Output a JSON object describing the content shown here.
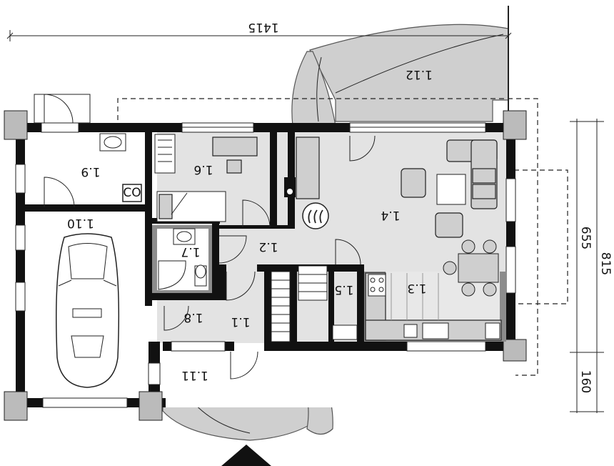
{
  "plan": {
    "rooms": {
      "r1_1": "1.1",
      "r1_2": "1.2",
      "r1_3": "1.3",
      "r1_4": "1.4",
      "r1_5": "1.5",
      "r1_6": "1.6",
      "r1_7": "1.7",
      "r1_8": "1.8",
      "r1_9": "1.9",
      "r1_10": "1.10",
      "r1_11": "1.11",
      "r1_12": "1.12"
    },
    "dimensions": {
      "overall_width": "1415",
      "overall_depth": "815",
      "main_depth": "655",
      "entrance_depth": "160"
    },
    "symbols": {
      "chimney": "CO"
    },
    "colors": {
      "walls": "#111111",
      "terrace": "#cfcfcf",
      "tiles": "#8c8c8c",
      "floor": "#e3e3e3"
    }
  }
}
